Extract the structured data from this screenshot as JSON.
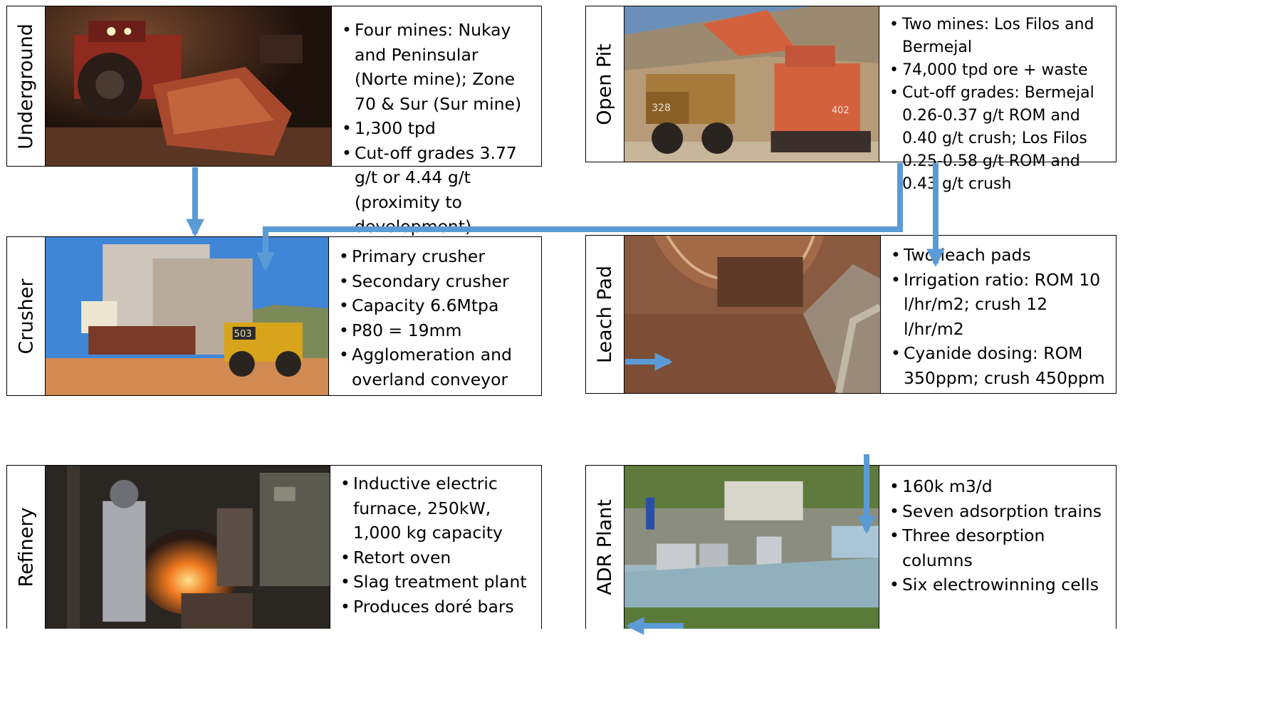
{
  "stages": {
    "underground": {
      "label": "Underground",
      "bullets": [
        "Four mines: Nukay and Peninsular (Norte mine); Zone 70 & Sur (Sur mine)",
        "1,300 tpd",
        "Cut-off grades 3.77 g/t or 4.44 g/t (proximity to development)"
      ]
    },
    "open_pit": {
      "label": "Open Pit",
      "bullets": [
        "Two mines: Los Filos and Bermejal",
        "74,000 tpd ore + waste",
        "Cut-off grades:  Bermejal 0.26-0.37 g/t ROM and 0.40 g/t crush; Los Filos 0.25-0.58 g/t ROM and 0.43 g/t crush"
      ]
    },
    "crusher": {
      "label": "Crusher",
      "bullets": [
        "Primary crusher",
        "Secondary crusher",
        "Capacity 6.6Mtpa",
        "P80 = 19mm",
        "Agglomeration and overland conveyor"
      ]
    },
    "leach_pad": {
      "label": "Leach Pad",
      "bullets": [
        "Two leach pads",
        "Irrigation ratio: ROM 10 l/hr/m2; crush 12 l/hr/m2",
        "Cyanide dosing: ROM 350ppm; crush 450ppm"
      ]
    },
    "refinery": {
      "label": "Refinery",
      "bullets": [
        "Inductive electric furnace, 250kW, 1,000 kg capacity",
        "Retort oven",
        "Slag treatment plant",
        "Produces doré bars"
      ]
    },
    "adr_plant": {
      "label": "ADR Plant",
      "bullets": [
        "160k m3/d",
        "Seven adsorption trains",
        "Three desorption columns",
        "Six electrowinning cells"
      ]
    }
  },
  "photo_numbers": {
    "haul_truck": "328",
    "shovel": "402",
    "loader": "503"
  },
  "colors": {
    "arrow": "#5b9bd5",
    "border": "#000000"
  }
}
